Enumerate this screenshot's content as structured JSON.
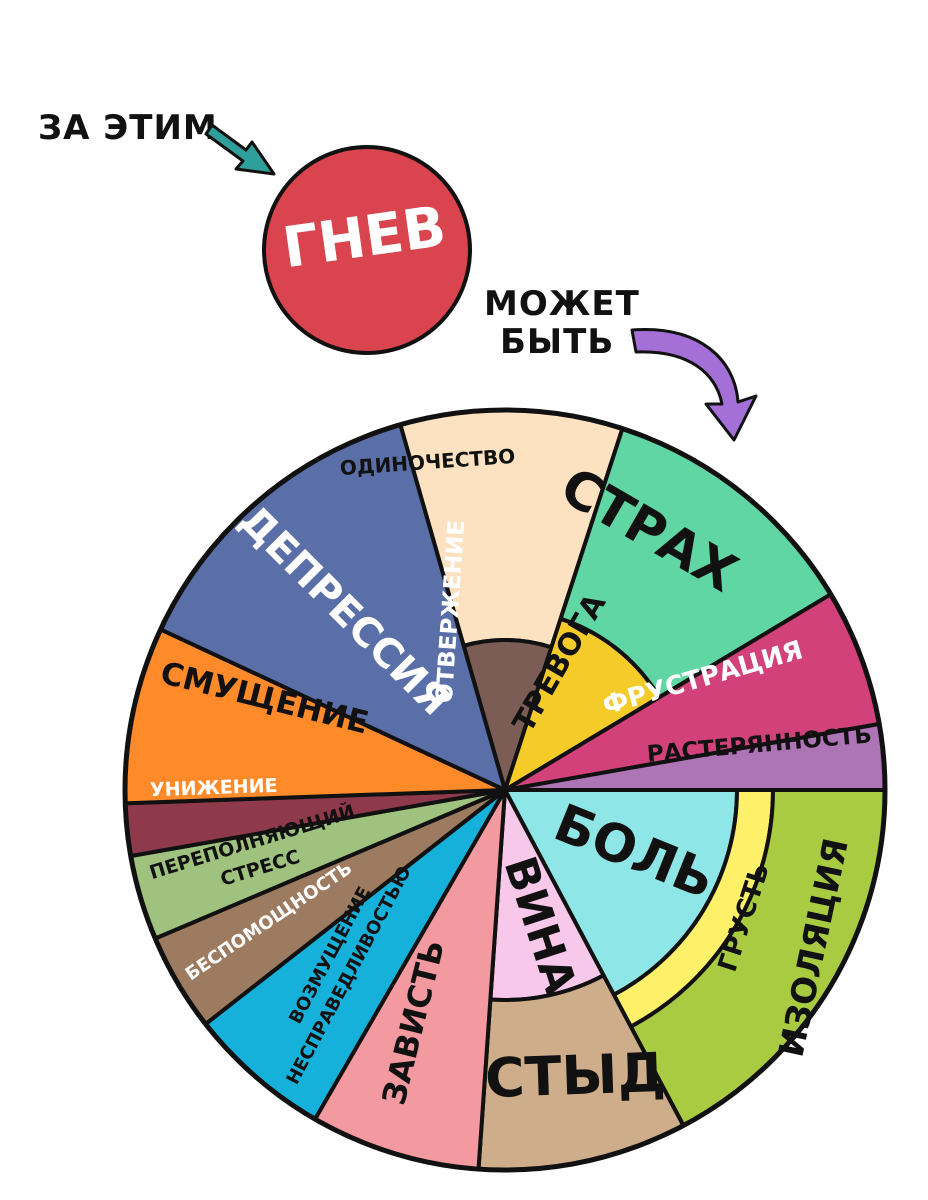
{
  "header": {
    "left_caption": "ЗА ЭТИМ",
    "center_emotion": "ГНЕВ",
    "right_caption_line1": "МОЖЕТ",
    "right_caption_line2": "БЫТЬ"
  },
  "colors": {
    "anger_circle": "#d9444f",
    "arrow_teal": "#2e9f9a",
    "arrow_purple": "#a46fd6",
    "outline": "#111111"
  },
  "wheel": {
    "sectors": [
      {
        "id": "loneliness",
        "label": "ОДИНОЧЕСТВО",
        "color": "#fde2c2"
      },
      {
        "id": "rejection",
        "label": "ОТВЕРЖЕНИЕ",
        "color": "#7b5d55"
      },
      {
        "id": "fear",
        "label": "СТРАХ",
        "color": "#5fd6a4"
      },
      {
        "id": "anxiety",
        "label": "ТРЕВОГА",
        "color": "#f5cb2a"
      },
      {
        "id": "frustration",
        "label": "ФРУСТРАЦИЯ",
        "color": "#d2417a"
      },
      {
        "id": "confusion",
        "label": "РАСТЕРЯННОСТЬ",
        "color": "#ad74b6"
      },
      {
        "id": "pain",
        "label": "БОЛЬ",
        "color": "#8ee6e6"
      },
      {
        "id": "sadness",
        "label": "ГРУСТЬ",
        "color": "#fff06a"
      },
      {
        "id": "isolation",
        "label": "ИЗОЛЯЦИЯ",
        "color": "#a9cb42"
      },
      {
        "id": "guilt",
        "label": "ВИНА",
        "color": "#f7c8ea"
      },
      {
        "id": "shame",
        "label": "СТЫД",
        "color": "#ceae8a"
      },
      {
        "id": "envy",
        "label": "ЗАВИСТЬ",
        "color": "#f29aa0"
      },
      {
        "id": "injustice",
        "label_line1": "ВОЗМУЩЕНИЕ",
        "label_line2": "НЕСПРАВЕДЛИВОСТЬЮ",
        "color": "#16b1da"
      },
      {
        "id": "helplessness",
        "label": "БЕСПОМОЩНОСТЬ",
        "color": "#9c7b60"
      },
      {
        "id": "stress",
        "label_line1": "ПЕРЕПОЛНЯЮЩИЙ",
        "label_line2": "СТРЕСС",
        "color": "#9fc27e"
      },
      {
        "id": "humiliation",
        "label": "УНИЖЕНИЕ",
        "color": "#8f3a4c"
      },
      {
        "id": "embarrassment",
        "label": "СМУЩЕНИЕ",
        "color": "#ff8a2a"
      },
      {
        "id": "depression",
        "label": "ДЕПРЕССИЯ",
        "color": "#5a6fa8"
      }
    ]
  }
}
